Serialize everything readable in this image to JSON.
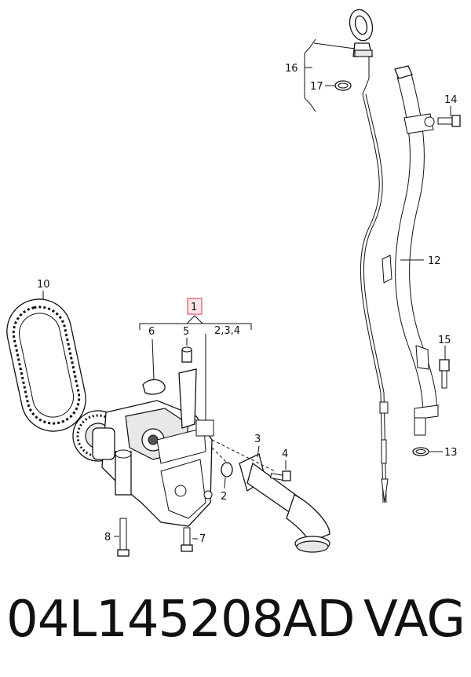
{
  "diagram": {
    "callouts": {
      "c1": "1",
      "c2": "2",
      "c234": "2,3,4",
      "c3": "3",
      "c4": "4",
      "c5": "5",
      "c6": "6",
      "c7": "7",
      "c8": "8",
      "c10": "10",
      "c12": "12",
      "c13": "13",
      "c14": "14",
      "c15": "15",
      "c16": "16",
      "c17": "17"
    },
    "highlight_color": "#e0566a"
  },
  "caption": {
    "part_number": "04L145208AD",
    "brand": "VAG"
  }
}
